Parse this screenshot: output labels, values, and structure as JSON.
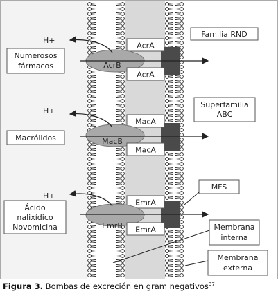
{
  "pumps": [
    {
      "family_label": "Familia RND",
      "top_label": "AcrA",
      "body_label": "AcrB",
      "bottom_label": "AcrA",
      "proton": "H+",
      "substrate": [
        "Numerosos",
        "fármacos"
      ]
    },
    {
      "family_label": [
        "Superfamilia",
        "ABC"
      ],
      "top_label": "MacA",
      "body_label": "MacB",
      "bottom_label": "MacA",
      "proton": "H+",
      "substrate": [
        "Macrólidos"
      ]
    },
    {
      "family_label": "MFS",
      "top_label": "EmrA",
      "body_label": "EmrB",
      "bottom_label": "EmrA",
      "proton": "H+",
      "substrate": [
        "Ácido",
        "nalixídico",
        "Novomicina"
      ]
    }
  ],
  "membranes": {
    "inner": [
      "Membrana",
      "interna"
    ],
    "outer": [
      "Membrana",
      "externa"
    ]
  },
  "caption": {
    "figure_label": "Figura 3.",
    "text": " Bombas de excreción en gram negativos",
    "ref": "37"
  },
  "colors": {
    "cytoplasm": "#f3f3f3",
    "periplasm": "#d9d9d9",
    "pump_body": "#a9a9a9",
    "channel": "#4a4a4a"
  }
}
